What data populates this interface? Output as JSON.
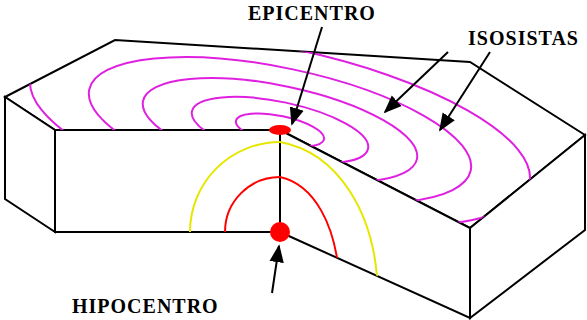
{
  "diagram": {
    "labels": [
      "EPICENTRO",
      "ISOSISTAS",
      "HIPOCENTRO"
    ]
  }
}
